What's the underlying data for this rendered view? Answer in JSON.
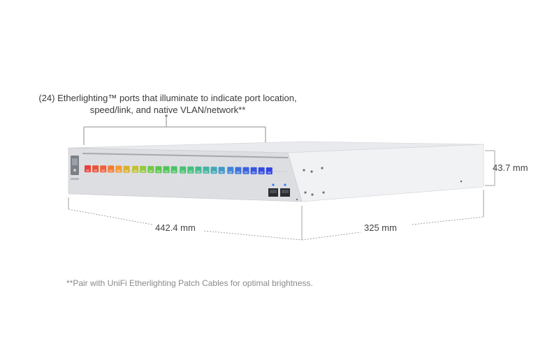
{
  "callout": {
    "line1": "(24) Etherlighting™ ports that illuminate to indicate port location,",
    "line2": "speed/link, and native VLAN/network**"
  },
  "dimensions": {
    "height": "43.7 mm",
    "width": "442.4 mm",
    "depth": "325 mm"
  },
  "footnote": "**Pair with UniFi Etherlighting Patch Cables for optimal brightness.",
  "ports": {
    "count": 24,
    "colors": [
      "#e8413c",
      "#ec5238",
      "#f0603a",
      "#f27a34",
      "#f39a31",
      "#d9b12e",
      "#bfc233",
      "#95c93e",
      "#72c848",
      "#5cc54f",
      "#52c35a",
      "#4cc267",
      "#49c171",
      "#46bf7d",
      "#45bb8d",
      "#44b5a0",
      "#43a9b7",
      "#4297c9",
      "#3f84d6",
      "#3c71dc",
      "#3a62de",
      "#3856e0",
      "#364ce1",
      "#3444e2"
    ]
  },
  "colors": {
    "chassis_front": "#d9dbdf",
    "chassis_top": "#e9eaed",
    "chassis_side": "#f2f3f5",
    "sfp_indicator": "#2f7df6"
  }
}
